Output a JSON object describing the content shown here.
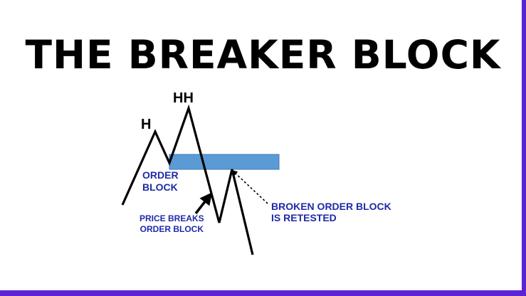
{
  "title": "THE BREAKER BLOCK",
  "labels": {
    "h": "H",
    "hh": "HH",
    "order_block": "ORDER\nBLOCK",
    "price_breaks": "PRICE BREAKS\nORDER BLOCK",
    "broken_retested": "BROKEN ORDER BLOCK\nIS RETESTED"
  },
  "colors": {
    "frame": "#5a24d6",
    "order_block_fill": "#5b9bd5",
    "label_blue": "#1f2aa6",
    "price_line": "#000000"
  }
}
